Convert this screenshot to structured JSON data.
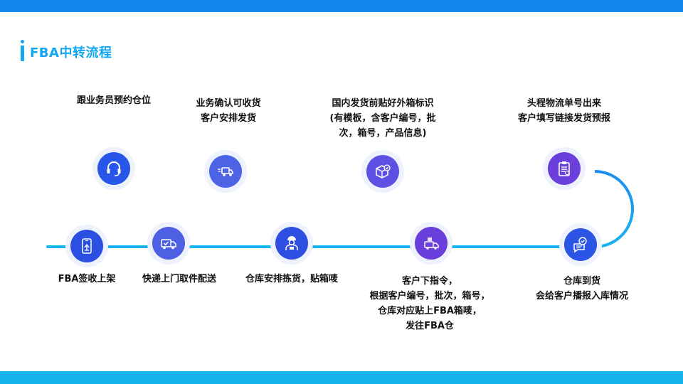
{
  "title": "FBA中转流程",
  "colors": {
    "top_bar": "#1585ee",
    "bottom_bar": "#16b4ef",
    "title": "#14a6ef",
    "track_upper": "#1a73f0",
    "track_lower": "#16b4ef",
    "node_blue": "#2657e8",
    "node_violet": "#6b3fdc"
  },
  "steps": [
    {
      "lines": [
        "跟业务员预约仓位"
      ],
      "icon": "headset-icon"
    },
    {
      "lines": [
        "业务确认可收货",
        "客户安排发货"
      ],
      "icon": "delivery-truck-icon"
    },
    {
      "lines": [
        "国内发货前贴好外箱标识",
        "(有模板，含客户编号，批",
        "次，箱号，产品信息)"
      ],
      "icon": "package-check-icon"
    },
    {
      "lines": [
        "头程物流单号出来",
        "客户填写链接发货预报"
      ],
      "icon": "clipboard-list-icon"
    },
    {
      "lines": [
        "仓库到货",
        "会给客户播报入库情况"
      ],
      "icon": "chat-check-icon"
    },
    {
      "lines": [
        "客户下指令，",
        "根据客户编号，批次，箱号，",
        "仓库对应贴上FBA箱唛，",
        "发往FBA仓"
      ],
      "icon": "truck-box-icon"
    },
    {
      "lines": [
        "仓库安排拣货，贴箱唛"
      ],
      "icon": "warehouse-worker-icon"
    },
    {
      "lines": [
        "快递上门取件配送"
      ],
      "icon": "truck-check-icon"
    },
    {
      "lines": [
        "FBA签收上架"
      ],
      "icon": "phone-sign-icon"
    }
  ]
}
